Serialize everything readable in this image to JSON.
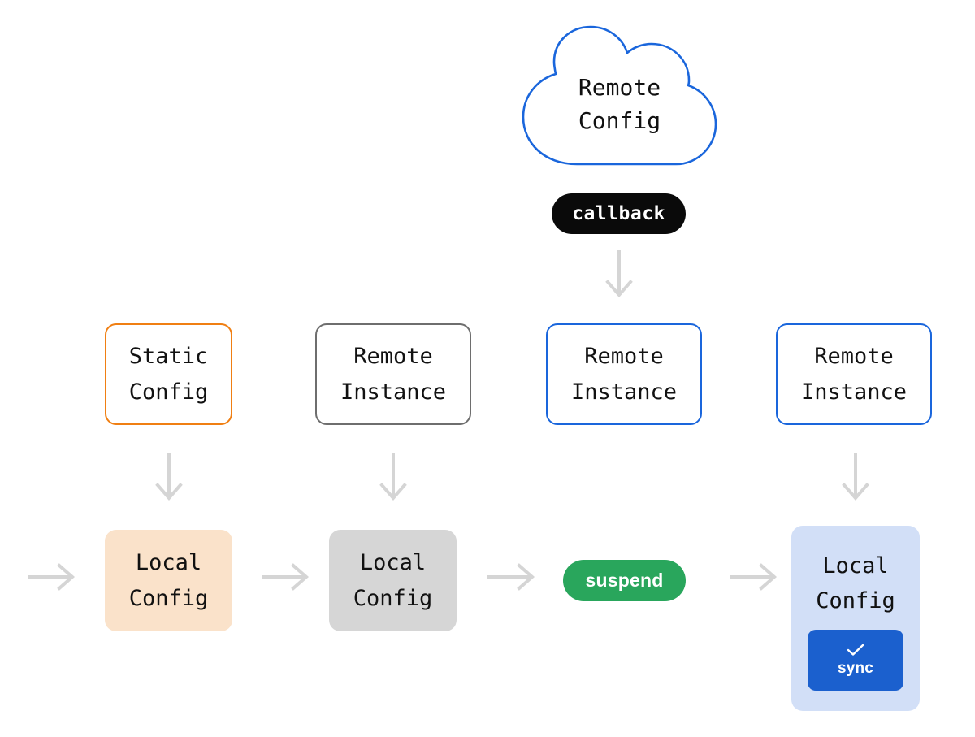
{
  "diagram": {
    "title_text_font_style": "monospace",
    "background": "#FFFFFF",
    "cloud": {
      "name": "remote-config-cloud",
      "line1": "Remote",
      "line2": "Config",
      "border_color": "#1A66DC",
      "fill_color": "#FFFFFF"
    },
    "callback_pill": {
      "label": "callback",
      "background": "#0A0A0A",
      "text_color": "#FFFFFF"
    },
    "suspend_pill": {
      "label": "suspend",
      "background": "#29A65C",
      "text_color": "#FFFFFF"
    },
    "instance_row": [
      {
        "id": "static-config",
        "line1": "Static",
        "line2": "Config",
        "border_color": "#F07F13",
        "fill_color": "#FFFFFF"
      },
      {
        "id": "remote-instance-gray",
        "line1": "Remote",
        "line2": "Instance",
        "border_color": "#6E6E6E",
        "fill_color": "#FFFFFF"
      },
      {
        "id": "remote-instance-blue-1",
        "line1": "Remote",
        "line2": "Instance",
        "border_color": "#1A66DC",
        "fill_color": "#FFFFFF"
      },
      {
        "id": "remote-instance-blue-2",
        "line1": "Remote",
        "line2": "Instance",
        "border_color": "#1A66DC",
        "fill_color": "#FFFFFF"
      }
    ],
    "config_row": [
      {
        "id": "local-config-peach",
        "line1": "Local",
        "line2": "Config",
        "fill_color": "#FAE2CA"
      },
      {
        "id": "local-config-gray",
        "line1": "Local",
        "line2": "Config",
        "fill_color": "#D6D6D6"
      },
      {
        "id": "local-config-blue",
        "line1": "Local",
        "line2": "Config",
        "fill_color": "#D2DFF7",
        "sync_button": {
          "label": "sync",
          "icon": "check-icon",
          "background": "#1B60CE",
          "text_color": "#FFFFFF"
        }
      }
    ],
    "arrows": {
      "color": "#D5D5D5",
      "down": [
        {
          "id": "arrow-callback-to-remote-instance"
        },
        {
          "id": "arrow-static-config-to-local-config"
        },
        {
          "id": "arrow-remote-instance-to-local-config"
        },
        {
          "id": "arrow-remote-instance-to-local-config-blue"
        }
      ],
      "right": [
        {
          "id": "arrow-incoming-edge"
        },
        {
          "id": "arrow-peach-to-gray"
        },
        {
          "id": "arrow-gray-to-suspend"
        },
        {
          "id": "arrow-suspend-to-blue"
        }
      ]
    }
  }
}
